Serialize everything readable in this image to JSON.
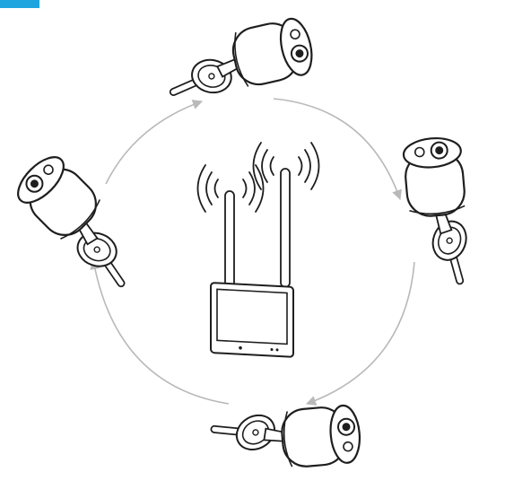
{
  "colors": {
    "accent_tab": "#1ea5df",
    "line": "#1e1e1e",
    "camera_body_fill": "#ffffff",
    "arrow": "#b9b9b9",
    "background": "#ffffff"
  },
  "diagram": {
    "center_device": {
      "icon": "wireless-monitor-nvr-icon",
      "antenna_count": 2,
      "signal_waves": true
    },
    "cameras": [
      {
        "id": "top",
        "icon": "wireless-bullet-camera-icon"
      },
      {
        "id": "right",
        "icon": "wireless-bullet-camera-icon"
      },
      {
        "id": "bottom",
        "icon": "wireless-bullet-camera-icon"
      },
      {
        "id": "left",
        "icon": "wireless-bullet-camera-icon"
      }
    ],
    "flow": {
      "direction": "clockwise",
      "arrow_count": 4,
      "icon": "circular-arrow-icon"
    }
  }
}
